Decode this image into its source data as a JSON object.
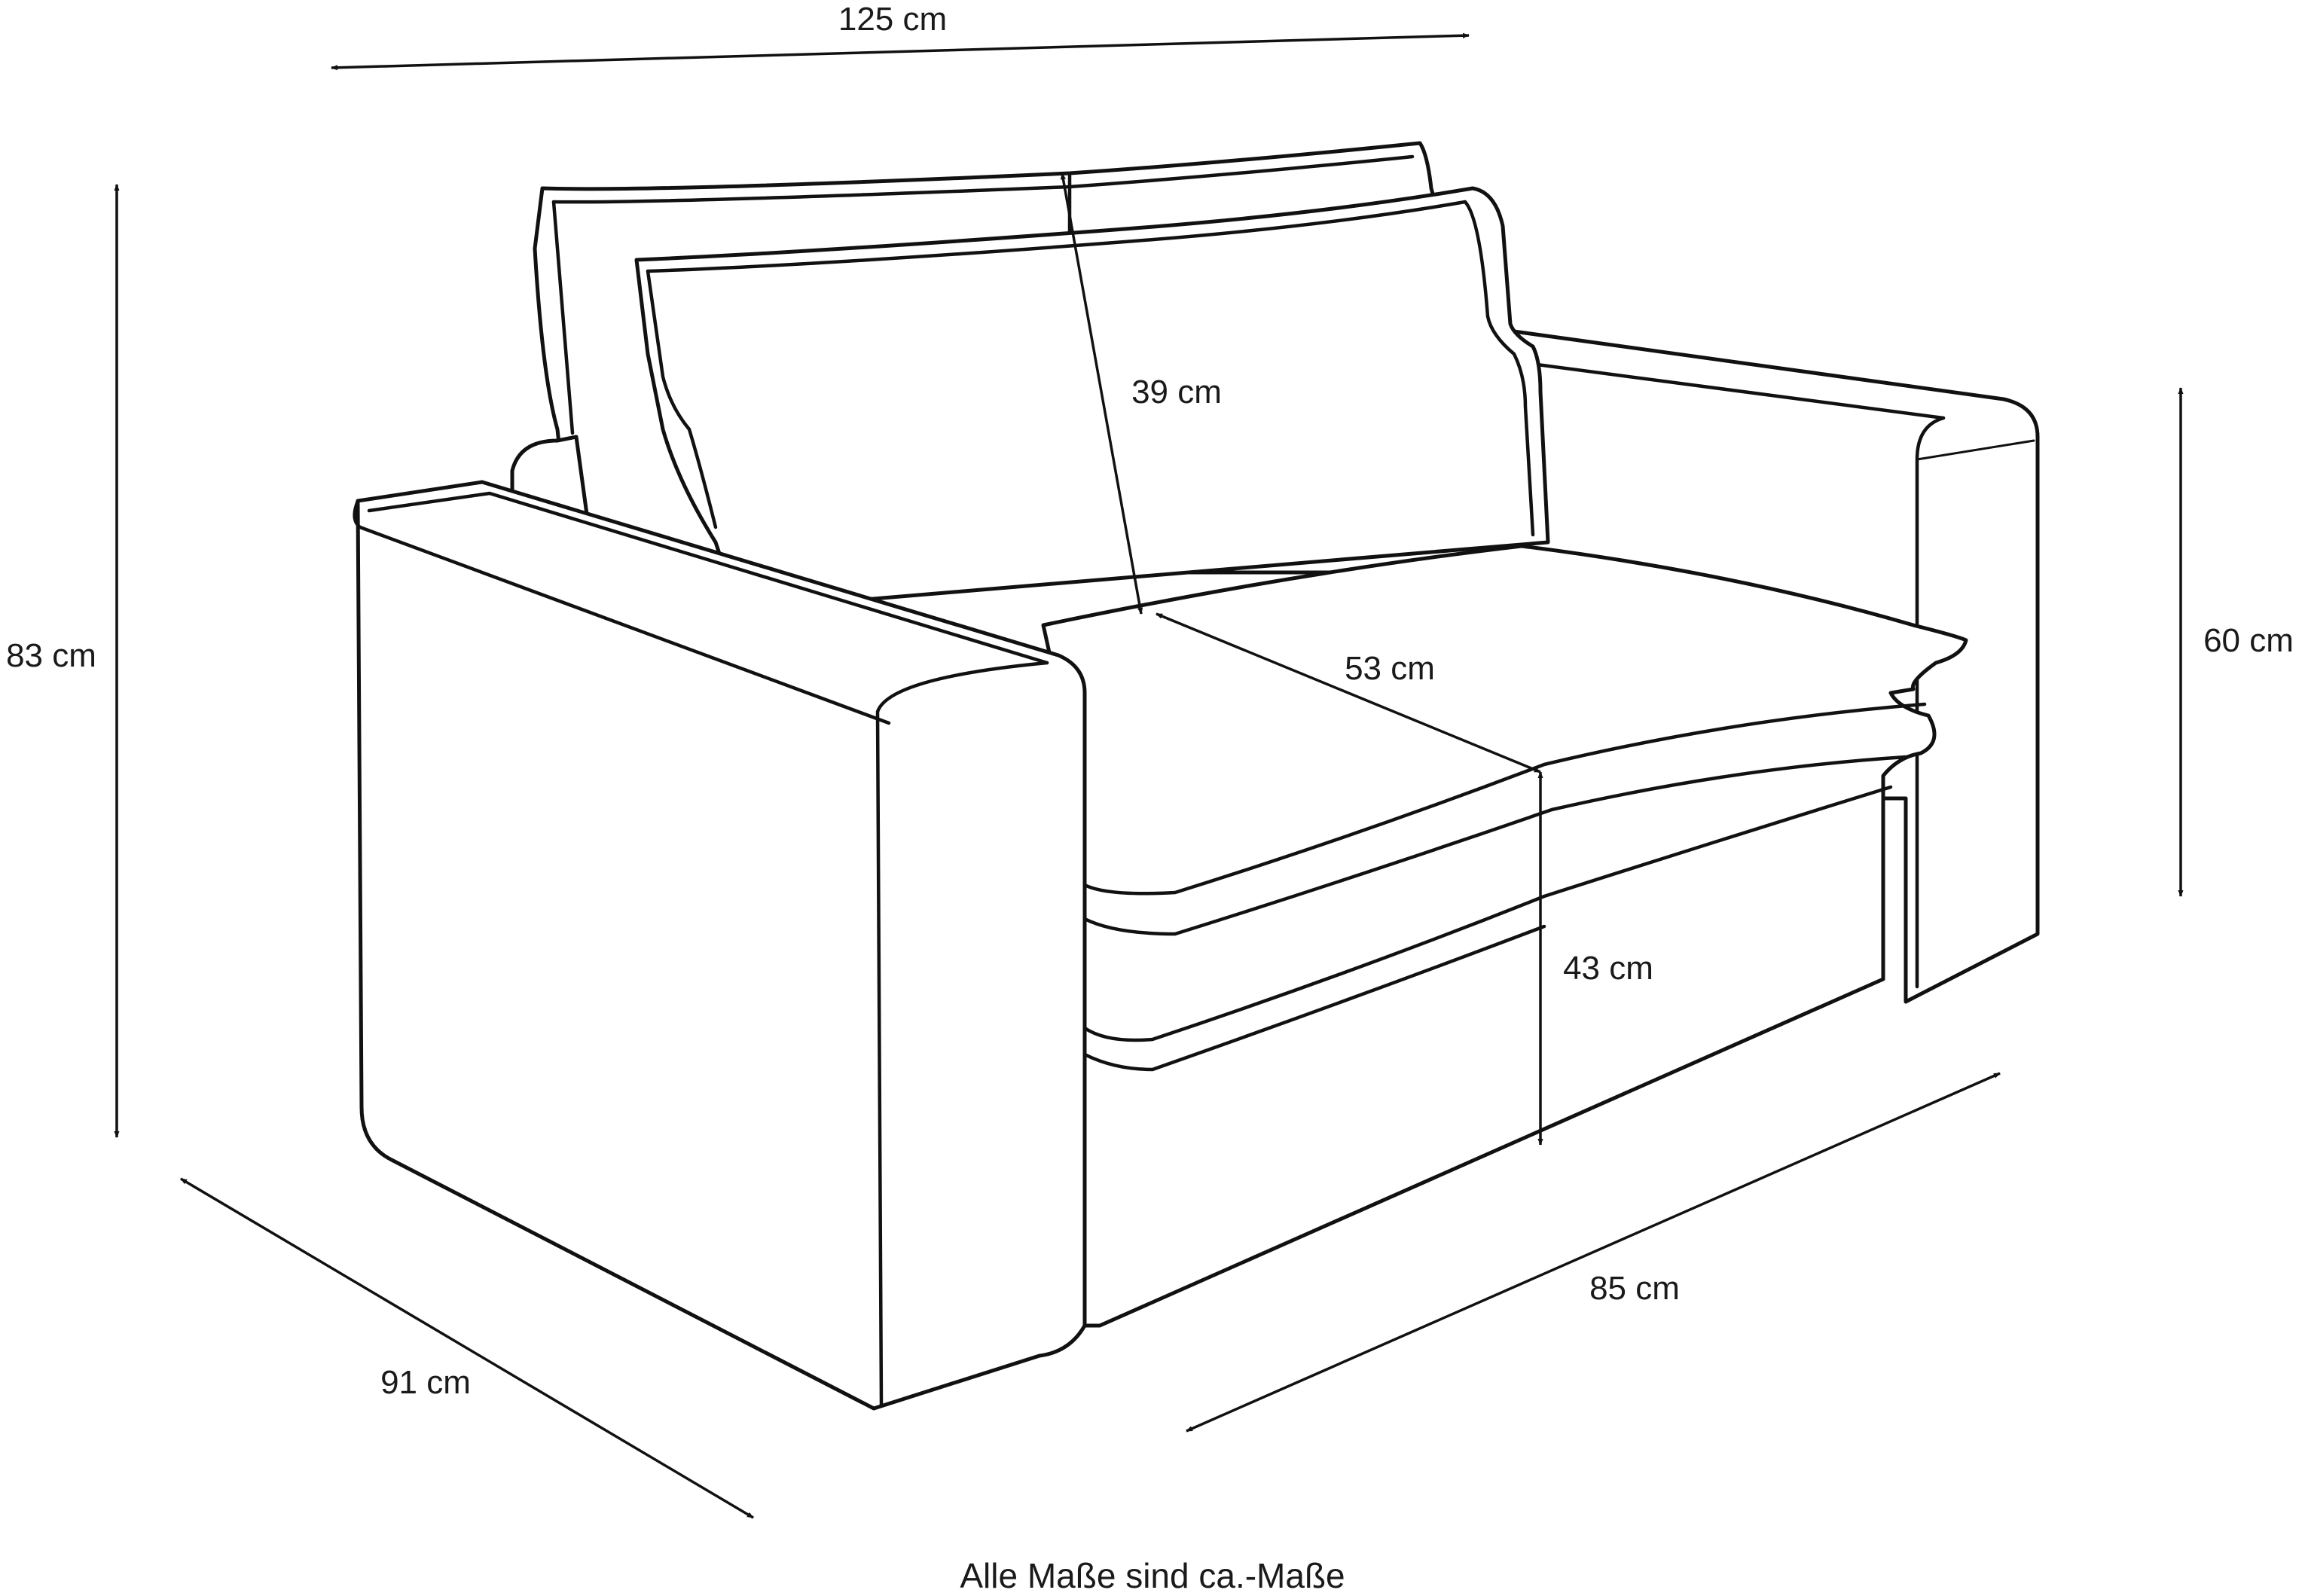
{
  "dimensions": {
    "total_width": "125 cm",
    "total_height": "83 cm",
    "back_cushion_height": "39 cm",
    "seat_depth": "53 cm",
    "armrest_height": "60 cm",
    "seat_height": "43 cm",
    "inner_width": "85 cm",
    "total_depth": "91 cm"
  },
  "caption": "Alle Maße sind ca.-Maße"
}
